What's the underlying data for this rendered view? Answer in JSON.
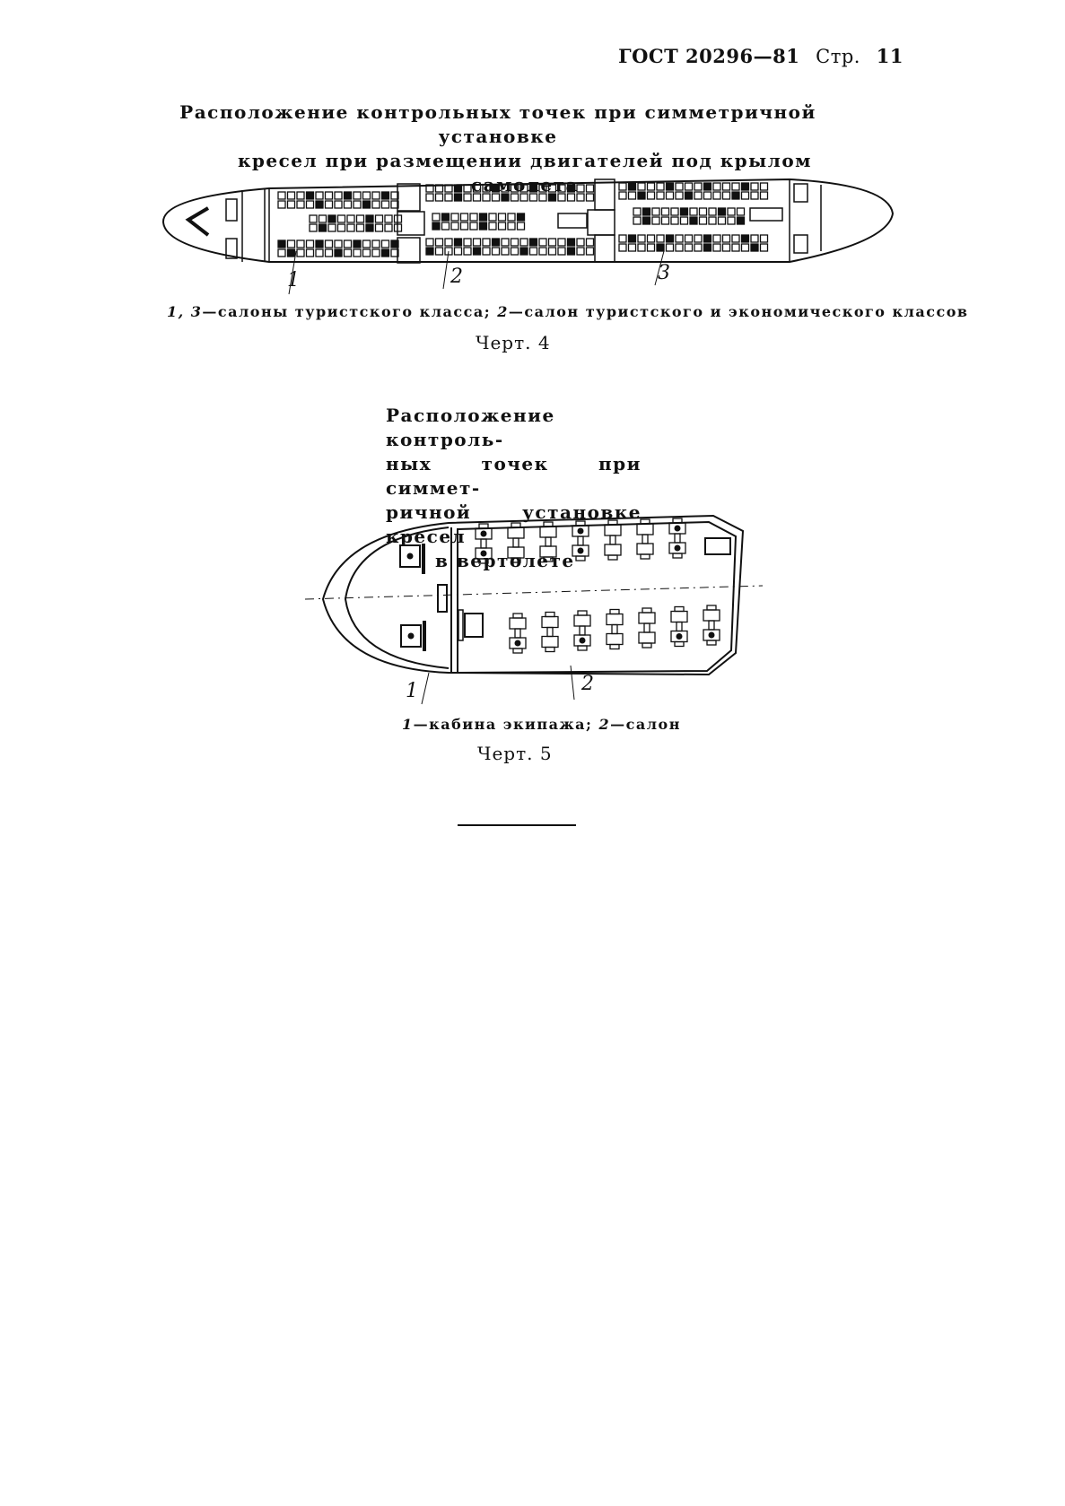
{
  "header": {
    "standard": "ГОСТ 20296—81",
    "page_label": "Стр.",
    "page_number": "11"
  },
  "figure4": {
    "title_line1": "Расположение контрольных точек при симметричной установке",
    "title_line2": "кресел при размещении двигателей под крылом самолета",
    "callouts": [
      "1",
      "2",
      "3"
    ],
    "caption_num1": "1, 3",
    "caption_text1": "—салоны туристского класса;",
    "caption_num2": "2",
    "caption_text2": "—салон туристского и экономического классов",
    "label": "Черт. 4"
  },
  "figure5": {
    "title_lines": [
      "Расположение контроль-",
      "ных точек при симмет-",
      "ричной установке кресел",
      "в вертолете"
    ],
    "callouts": [
      "1",
      "2"
    ],
    "caption_num1": "1",
    "caption_text1": "—кабина экипажа;",
    "caption_num2": "2",
    "caption_text2": "—салон",
    "label": "Черт. 5"
  }
}
